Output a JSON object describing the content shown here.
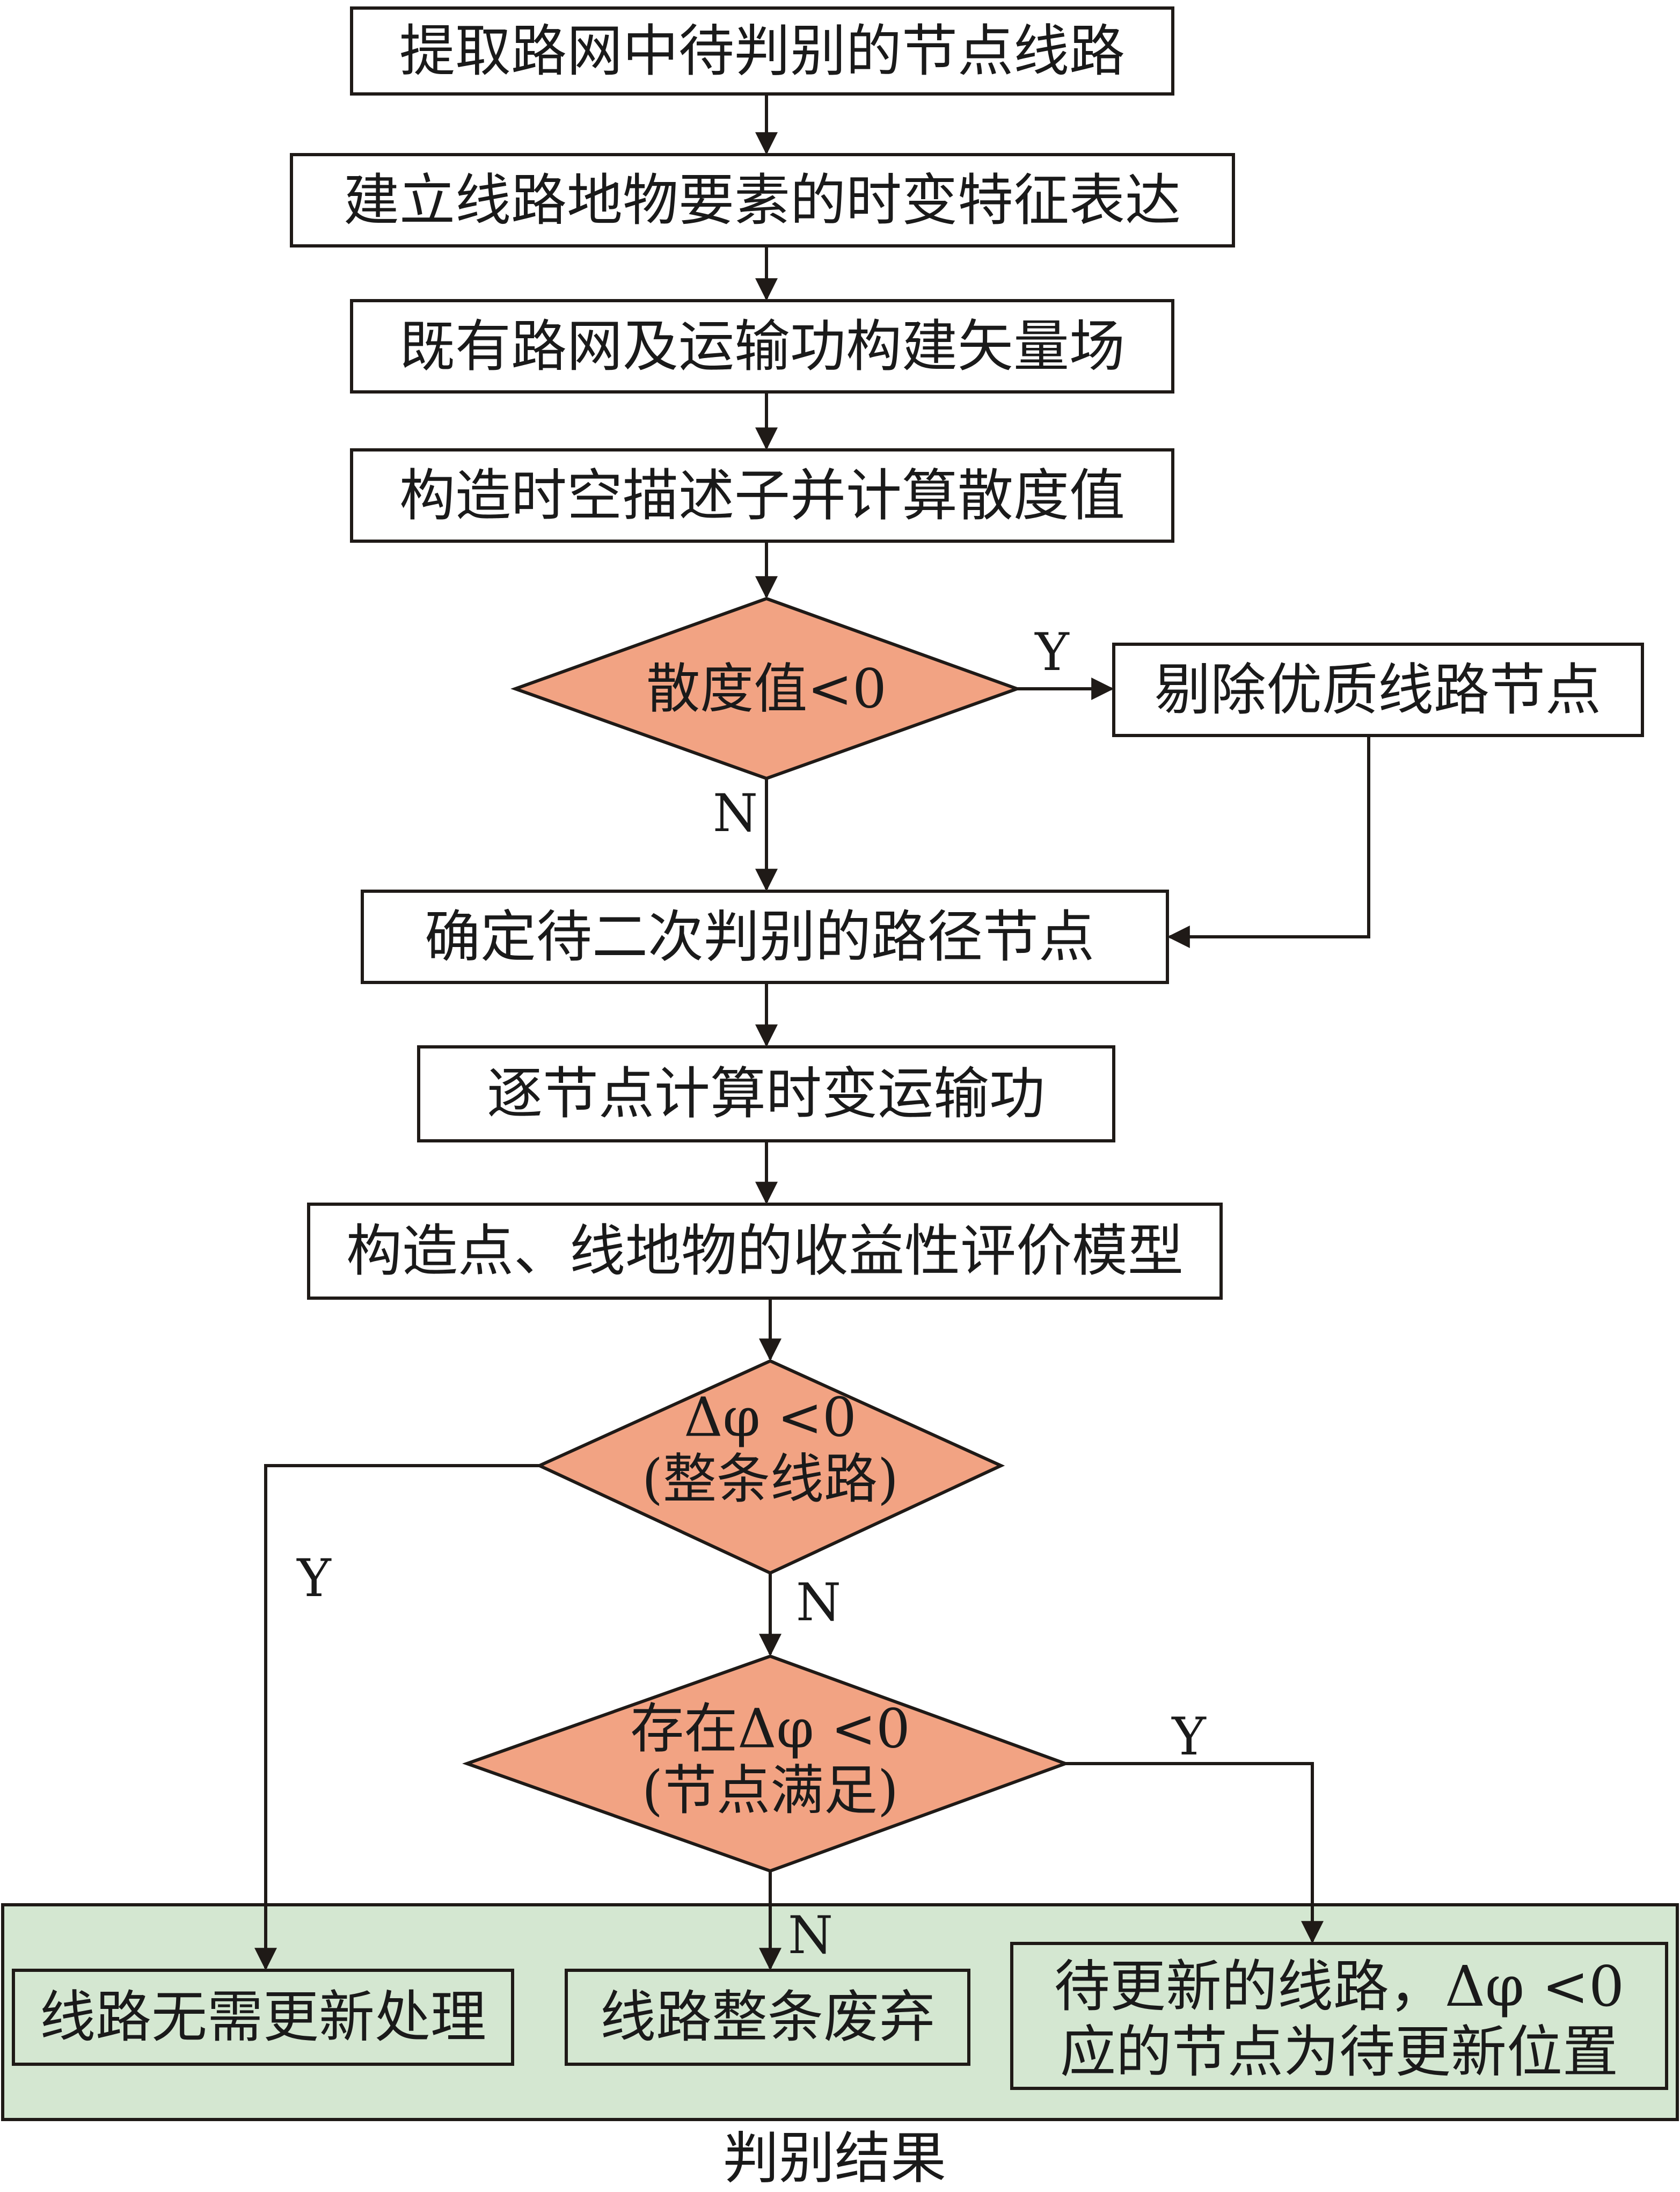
{
  "colors": {
    "stroke": "#1f1a17",
    "diamond_fill": "#f2a383",
    "result_panel_fill": "#d4e7d1",
    "result_box_fill": "#d4e7d1"
  },
  "steps": {
    "s1": "提取路网中待判别的节点线路",
    "s2": "建立线路地物要素的时变特征表达",
    "s3": "既有路网及运输功构建矢量场",
    "s4": "构造时空描述子并计算散度值",
    "s5": "确定待二次判别的路径节点",
    "s6": "逐节点计算时变运输功",
    "s7": "构造点、线地物的收益性评价模型"
  },
  "decisions": {
    "d1": "散度值<0",
    "d2_line1": "Δφ <0",
    "d2_line2": "(整条线路)",
    "d3_line1": "存在Δφ <0",
    "d3_line2": "(节点满足)"
  },
  "side_box": "剔除优质线路节点",
  "branch_labels": {
    "d1_yes": "Y",
    "d1_no": "N",
    "d2_yes": "Y",
    "d2_no": "N",
    "d3_yes": "Y",
    "d3_no": "N"
  },
  "results": {
    "r1": "线路无需更新处理",
    "r2": "线路整条废弃",
    "r3_line1": "待更新的线路，Δφ <0",
    "r3_line2": "应的节点为待更新位置"
  },
  "result_caption": "判别结果"
}
